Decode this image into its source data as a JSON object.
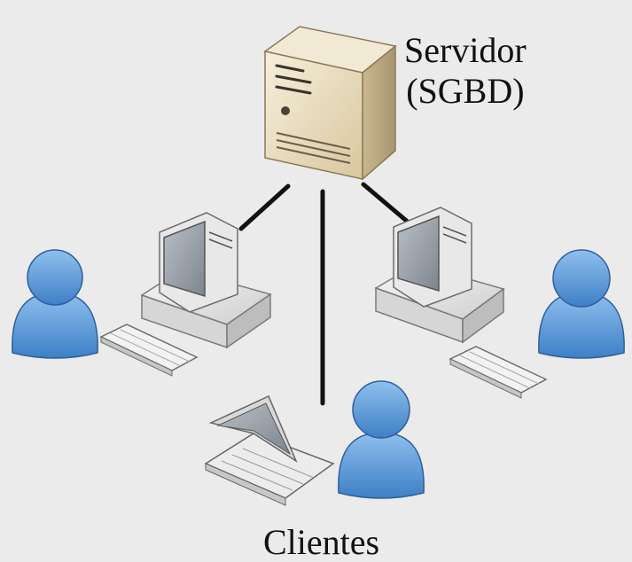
{
  "server": {
    "title": "Servidor",
    "subtitle": "(SGBD)"
  },
  "clients": {
    "title": "Clientes"
  },
  "icons": [
    "server-tower-icon",
    "desktop-computer-icon",
    "laptop-icon",
    "user-icon"
  ],
  "colors": {
    "background": "#ebebeb",
    "user_blue": "#4f8fd2",
    "server_beige": "#e9dcc0",
    "computer_gray": "#e3e3e3",
    "link_line": "#111111"
  }
}
